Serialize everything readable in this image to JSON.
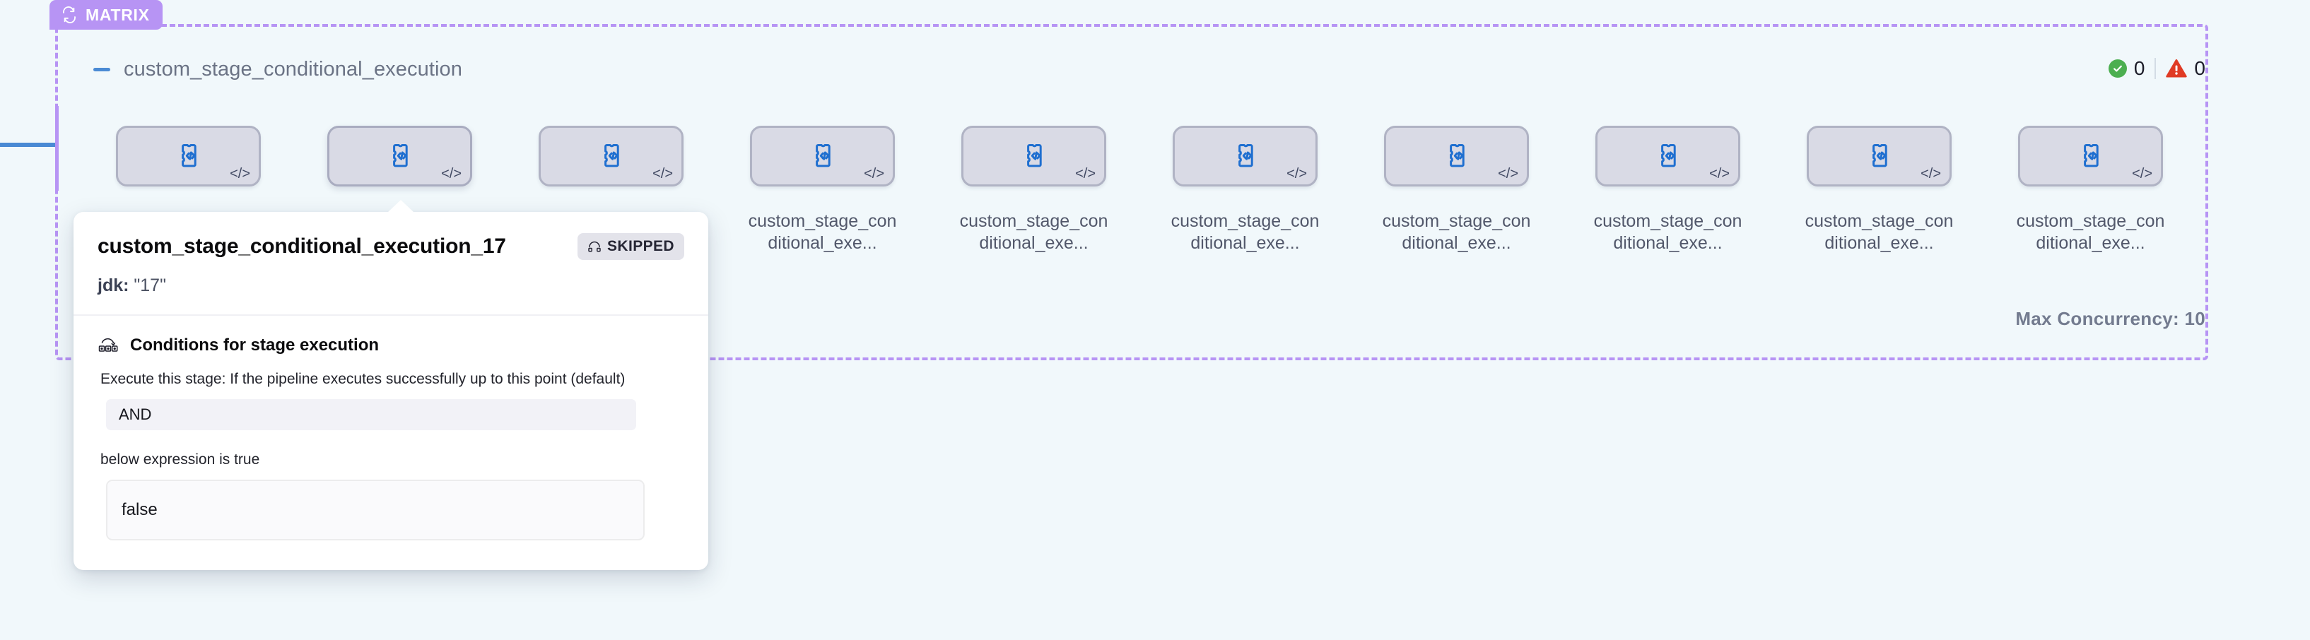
{
  "canvas": {
    "background_color": "#f1f8fb",
    "connector_color": "#4a8ad4"
  },
  "matrix": {
    "badge_label": "MATRIX",
    "badge_icon": "loop-icon",
    "badge_color": "#b794f4",
    "border_color": "#b794f4",
    "max_concurrency_label": "Max Concurrency: 10"
  },
  "stage": {
    "collapse_icon": "minus-icon",
    "title": "custom_stage_conditional_execution"
  },
  "status": {
    "success_icon": "check-circle-icon",
    "success_color": "#4caf50",
    "success_count": "0",
    "warning_icon": "warning-triangle-icon",
    "warning_color": "#e03b24",
    "warning_count": "0"
  },
  "nodes": [
    {
      "icon": "custom-stage-code-icon",
      "corner_icon": "code-tag-icon",
      "label": "",
      "selected": false
    },
    {
      "icon": "custom-stage-code-icon",
      "corner_icon": "code-tag-icon",
      "label": "",
      "selected": true
    },
    {
      "icon": "custom-stage-code-icon",
      "corner_icon": "code-tag-icon",
      "label": "",
      "selected": false
    },
    {
      "icon": "custom-stage-code-icon",
      "corner_icon": "code-tag-icon",
      "label": "custom_stage_conditional_exe...",
      "selected": false
    },
    {
      "icon": "custom-stage-code-icon",
      "corner_icon": "code-tag-icon",
      "label": "custom_stage_conditional_exe...",
      "selected": false
    },
    {
      "icon": "custom-stage-code-icon",
      "corner_icon": "code-tag-icon",
      "label": "custom_stage_conditional_exe...",
      "selected": false
    },
    {
      "icon": "custom-stage-code-icon",
      "corner_icon": "code-tag-icon",
      "label": "custom_stage_conditional_exe...",
      "selected": false
    },
    {
      "icon": "custom-stage-code-icon",
      "corner_icon": "code-tag-icon",
      "label": "custom_stage_conditional_exe...",
      "selected": false
    },
    {
      "icon": "custom-stage-code-icon",
      "corner_icon": "code-tag-icon",
      "label": "custom_stage_conditional_exe...",
      "selected": false
    },
    {
      "icon": "custom-stage-code-icon",
      "corner_icon": "code-tag-icon",
      "label": "custom_stage_conditional_exe...",
      "selected": false
    }
  ],
  "popover": {
    "title": "custom_stage_conditional_execution_17",
    "status_badge": {
      "icon": "skipped-icon",
      "label": "SKIPPED"
    },
    "meta_key": "jdk:",
    "meta_value": "\"17\"",
    "conditions": {
      "icon": "conditional-execution-icon",
      "title": "Conditions for stage execution",
      "description": "Execute this stage: If the pipeline executes successfully up to this point (default)",
      "operator": "AND",
      "expression_label": "below expression is true",
      "expression_value": "false"
    }
  }
}
